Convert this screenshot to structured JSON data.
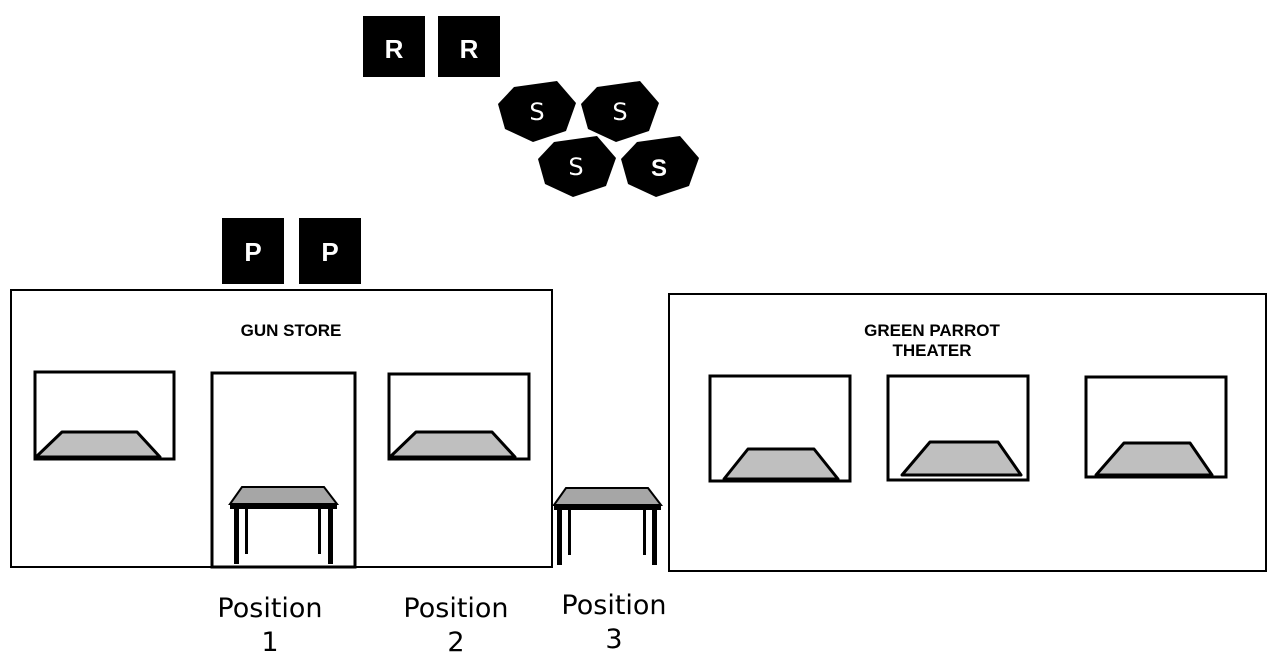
{
  "tokens": {
    "r": [
      "R",
      "R"
    ],
    "s": [
      "S",
      "S",
      "S",
      "S"
    ],
    "p": [
      "P",
      "P"
    ]
  },
  "buildings": {
    "gun_store": "GUN STORE",
    "theater_line1": "GREEN PARROT",
    "theater_line2": "THEATER"
  },
  "positions": [
    {
      "word": "Position",
      "num": "1"
    },
    {
      "word": "Position",
      "num": "2"
    },
    {
      "word": "Position",
      "num": "3"
    }
  ],
  "colors": {
    "token_fill": "#000000",
    "window_pane": "#bfbfbf",
    "table_top": "#a6a6a6",
    "line": "#000000"
  }
}
